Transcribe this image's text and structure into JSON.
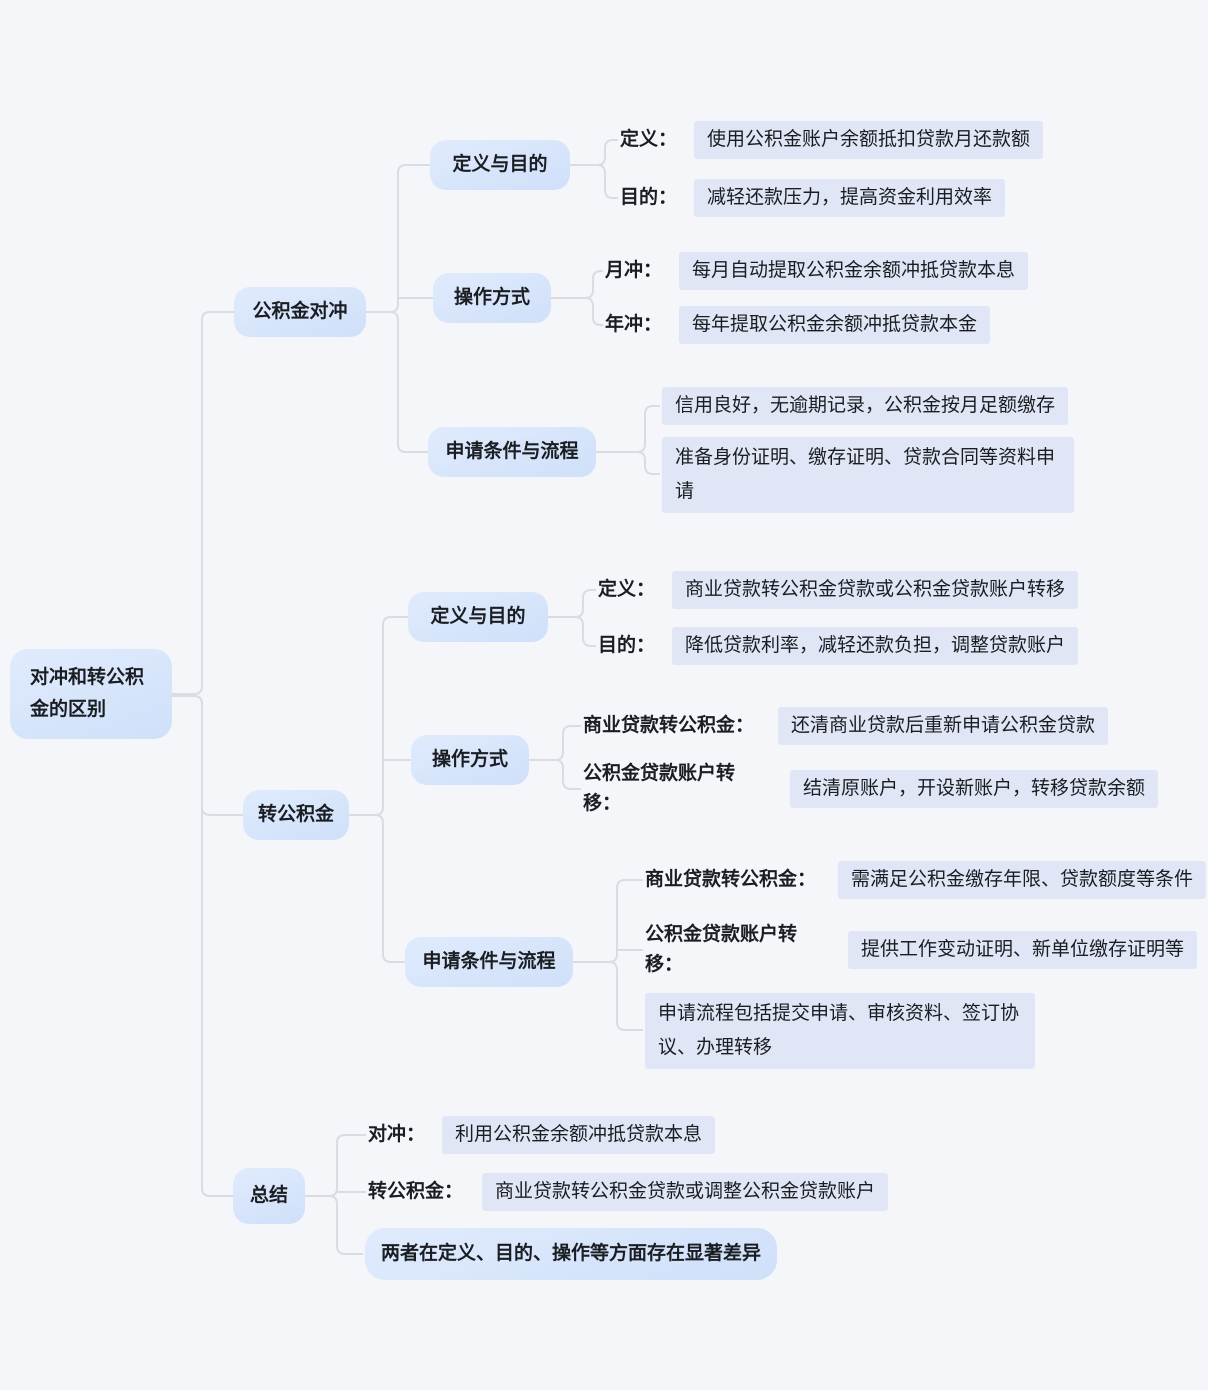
{
  "colors": {
    "background": "#f4f6f9",
    "node_fill_top": "#e0ebfd",
    "node_fill_bottom": "#cfe0f9",
    "highlight_background": "#e0e6f6",
    "connector": "#d8dce4",
    "text": "#1a1d22"
  },
  "root": {
    "label": "对冲和转公积金的区别"
  },
  "branches": [
    {
      "label": "公积金对冲",
      "children": [
        {
          "label": "定义与目的",
          "items": [
            {
              "label": "定义：",
              "text": "使用公积金账户余额抵扣贷款月还款额"
            },
            {
              "label": "目的：",
              "text": "减轻还款压力，提高资金利用效率"
            }
          ]
        },
        {
          "label": "操作方式",
          "items": [
            {
              "label": "月冲：",
              "text": "每月自动提取公积金余额冲抵贷款本息"
            },
            {
              "label": "年冲：",
              "text": "每年提取公积金余额冲抵贷款本金"
            }
          ]
        },
        {
          "label": "申请条件与流程",
          "items": [
            {
              "text": "信用良好，无逾期记录，公积金按月足额缴存"
            },
            {
              "text": "准备身份证明、缴存证明、贷款合同等资料申请"
            }
          ]
        }
      ]
    },
    {
      "label": "转公积金",
      "children": [
        {
          "label": "定义与目的",
          "items": [
            {
              "label": "定义：",
              "text": "商业贷款转公积金贷款或公积金贷款账户转移"
            },
            {
              "label": "目的：",
              "text": "降低贷款利率，减轻还款负担，调整贷款账户"
            }
          ]
        },
        {
          "label": "操作方式",
          "items": [
            {
              "label": "商业贷款转公积金：",
              "text": "还清商业贷款后重新申请公积金贷款"
            },
            {
              "label": "公积金贷款账户转移：",
              "text": "结清原账户，开设新账户，转移贷款余额"
            }
          ]
        },
        {
          "label": "申请条件与流程",
          "items": [
            {
              "label": "商业贷款转公积金：",
              "text": "需满足公积金缴存年限、贷款额度等条件"
            },
            {
              "label": "公积金贷款账户转移：",
              "text": "提供工作变动证明、新单位缴存证明等"
            },
            {
              "text": "申请流程包括提交申请、审核资料、签订协议、办理转移"
            }
          ]
        }
      ]
    },
    {
      "label": "总结",
      "items": [
        {
          "label": "对冲：",
          "text": "利用公积金余额冲抵贷款本息"
        },
        {
          "label": "转公积金：",
          "text": "商业贷款转公积金贷款或调整公积金贷款账户"
        },
        {
          "text": "两者在定义、目的、操作等方面存在显著差异"
        }
      ]
    }
  ]
}
